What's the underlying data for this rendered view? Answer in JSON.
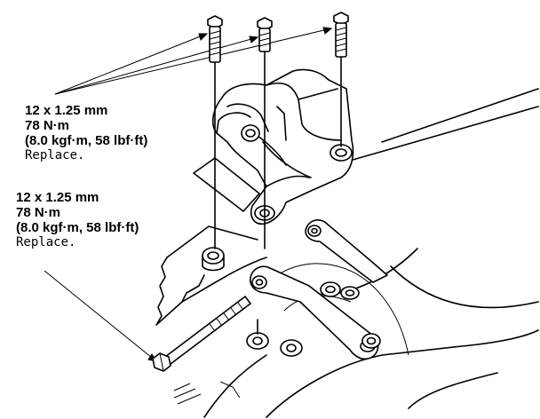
{
  "callouts": [
    {
      "size": "12 x 1.25 mm",
      "torque": "78 N·m",
      "alt_units": "(8.0 kgf·m, 58 lbf·ft)",
      "note": "Replace."
    },
    {
      "size": "12 x 1.25 mm",
      "torque": "78 N·m",
      "alt_units": "(8.0 kgf·m, 58 lbf·ft)",
      "note": "Replace."
    }
  ]
}
